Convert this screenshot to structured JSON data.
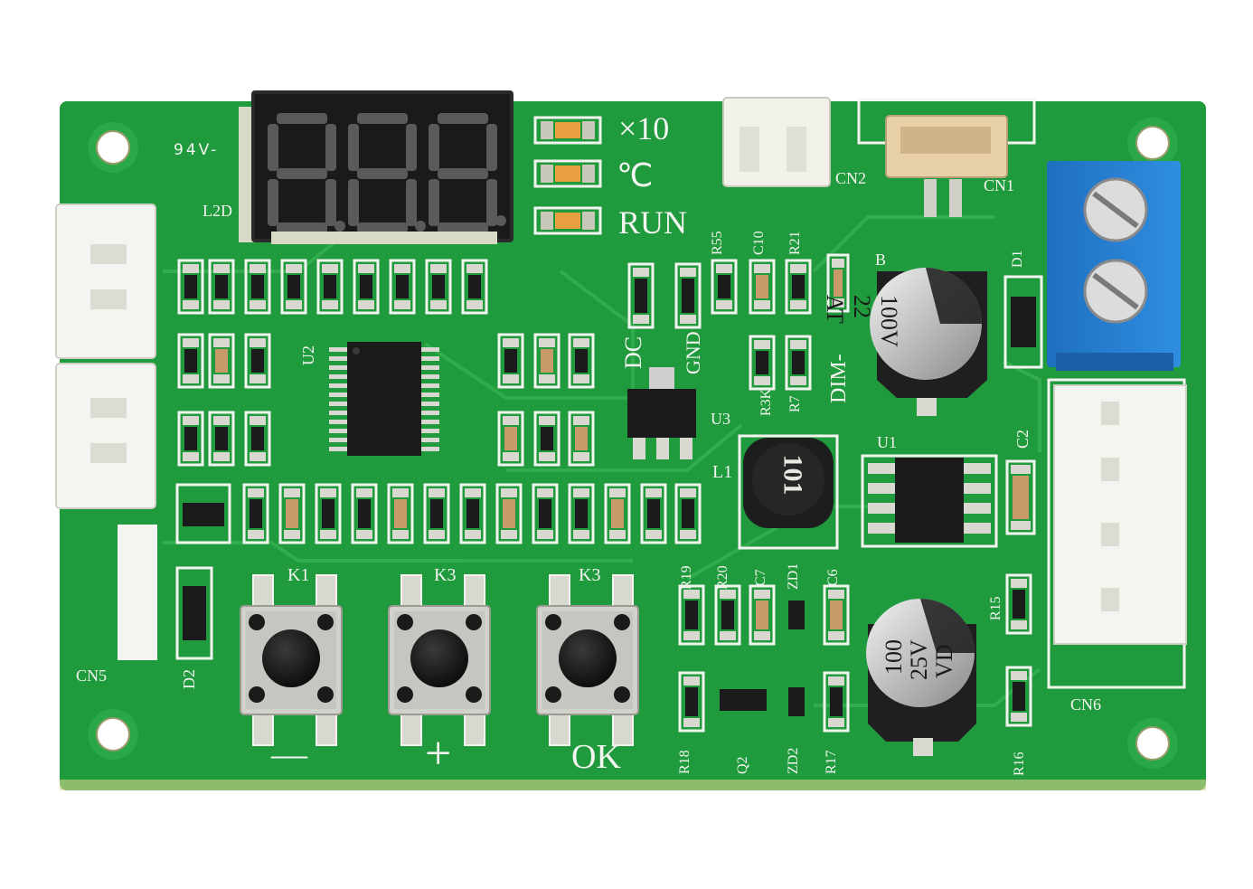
{
  "board": {
    "pcb_color": "#1f9a3c",
    "silkscreen_color": "#f4f4f0",
    "fr4_mark": "94V-",
    "display": {
      "digits": "8.8.8.",
      "label": "L2D"
    },
    "indicators": [
      {
        "label": "×10"
      },
      {
        "label": "℃"
      },
      {
        "label": "RUN"
      }
    ],
    "buttons": [
      {
        "ref": "K1",
        "symbol": "—"
      },
      {
        "ref": "K3",
        "symbol": "+"
      },
      {
        "ref": "K3",
        "symbol": "OK"
      }
    ],
    "connectors": [
      "CN1",
      "CN2",
      "CN5",
      "CN6"
    ],
    "capacitors": [
      {
        "top": "100V",
        "mid": "22",
        "bot": "AT"
      },
      {
        "top": "100",
        "mid": "25V",
        "bot": "VD"
      }
    ],
    "inductor": {
      "ref": "L1",
      "marking": "101"
    },
    "ics": [
      "U1",
      "U2",
      "U3"
    ],
    "refs": {
      "r55": "R55",
      "c10": "C10",
      "r21": "R21",
      "d1": "D1",
      "dim": "DIM-",
      "dc": "DC",
      "gnd": "GND",
      "r3k": "R3K",
      "r7": "R7",
      "c2": "C2",
      "r19": "R19",
      "r20": "R20",
      "c7": "C7",
      "zd1": "ZD1",
      "c6": "C6",
      "r15": "R15",
      "r18": "R18",
      "q2": "Q2",
      "zd2": "ZD2",
      "r17": "R17",
      "r16": "R16",
      "d2": "D2",
      "b": "B"
    }
  }
}
